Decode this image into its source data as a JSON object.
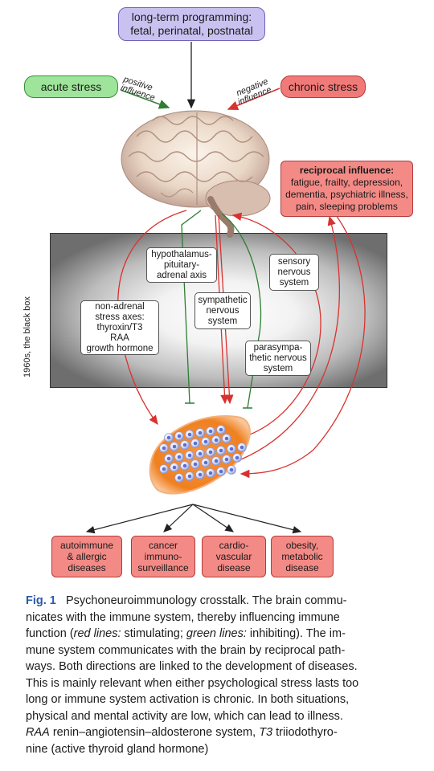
{
  "programming": {
    "line1": "long-term programming:",
    "line2": "fetal, perinatal, postnatal"
  },
  "acute_stress": "acute stress",
  "chronic_stress": "chronic stress",
  "positive_influence": {
    "line1": "positive",
    "line2": "influence"
  },
  "negative_influence": {
    "line1": "negative",
    "line2": "influence"
  },
  "reciprocal": {
    "title": "reciprocal influence:",
    "line1": "fatigue, frailty, depression,",
    "line2": "dementia, psychiatric illness,",
    "line3": "pain, sleeping problems"
  },
  "black_box_label": "1960s, the black box",
  "hpa": {
    "line1": "hypothalamus-",
    "line2": "pituitary-",
    "line3": "adrenal axis"
  },
  "sensory": {
    "line1": "sensory",
    "line2": "nervous",
    "line3": "system"
  },
  "sympathetic": {
    "line1": "sympathetic",
    "line2": "nervous",
    "line3": "system"
  },
  "non_adrenal": {
    "line1": "non-adrenal",
    "line2": "stress axes:",
    "line3": "thyroxin/T3",
    "line4": "RAA",
    "line5": "growth hormone"
  },
  "parasympathetic": {
    "line1": "parasympa-",
    "line2": "thetic nervous",
    "line3": "system"
  },
  "diseases": [
    {
      "line1": "autoimmune",
      "line2": "& allergic",
      "line3": "diseases"
    },
    {
      "line1": "cancer",
      "line2": "immuno-",
      "line3": "surveillance"
    },
    {
      "line1": "cardio-",
      "line2": "vascular",
      "line3": "disease"
    },
    {
      "line1": "obesity,",
      "line2": "metabolic",
      "line3": "disease"
    }
  ],
  "caption": {
    "fig": "Fig. 1",
    "line1": "Psychoneuroimmunology crosstalk. The brain commu-",
    "line2": "nicates with the immune system, thereby influencing immune",
    "line3_pre": "function (",
    "line3_red": "red lines:",
    "line3_mid": " stimulating; ",
    "line3_green": "green lines:",
    "line3_post": " inhibiting). The im-",
    "line4": "mune system communicates with the brain by reciprocal path-",
    "line5": "ways. Both directions are linked to the development of diseases.",
    "line6": "This is mainly relevant when either psychological stress lasts too",
    "line7": "long or immune system activation is chronic. In both situations,",
    "line8": "physical and mental activity are low, which can lead to illness.",
    "line9_raa": "RAA",
    "line9_rest": " renin–angiotensin–aldosterone system, ",
    "line9_t3": "T3",
    "line9_end": " triiodothyro-",
    "line10": "nine (active thyroid gland hormone)"
  },
  "colors": {
    "red_line": "#d8322f",
    "green_line": "#2e7d32",
    "immune_orange": "#f07e22",
    "cell_blue": "#5a6fd0"
  }
}
